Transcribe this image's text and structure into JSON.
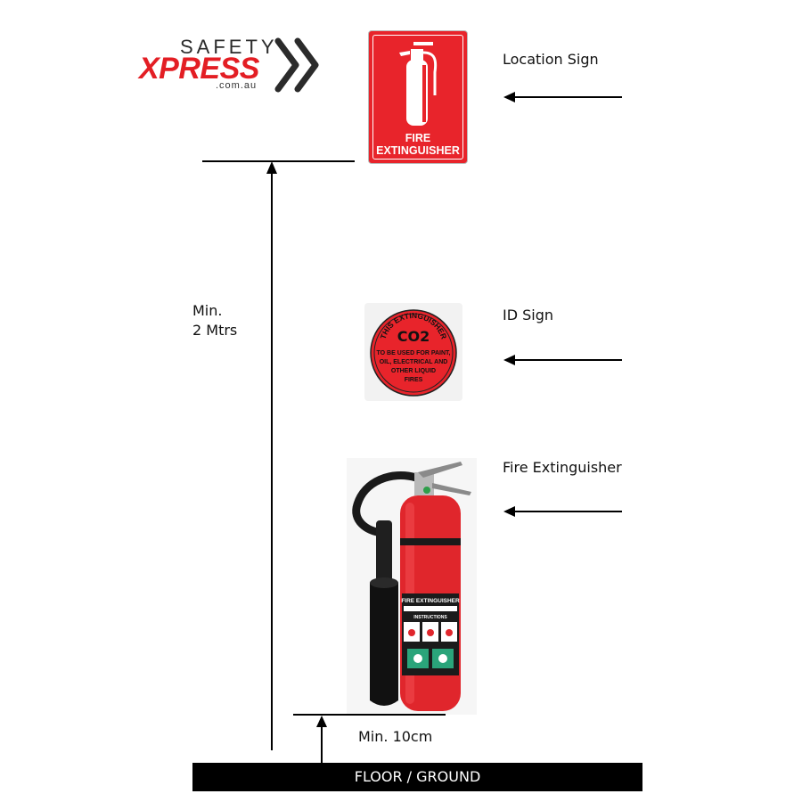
{
  "logo": {
    "word1": "SAFETY",
    "word2": "XPRESS",
    "domain": ".com.au"
  },
  "location_sign": {
    "line1": "FIRE",
    "line2": "EXTINGUISHER"
  },
  "id_sign": {
    "arc_text": "THIS EXTINGUISHER",
    "agent": "CO2",
    "line1": "TO BE USED FOR PAINT,",
    "line2": "OIL, ELECTRICAL AND",
    "line3": "OTHER LIQUID",
    "line4": "FIRES"
  },
  "extinguisher_label": {
    "title": "FIRE EXTINGUISHER",
    "sub": "INSTRUCTIONS"
  },
  "labels": {
    "location_sign": "Location Sign",
    "id_sign": "ID Sign",
    "fire_extinguisher": "Fire Extinguisher",
    "min_height_line1": "Min.",
    "min_height_line2": "2 Mtrs",
    "min_clearance": "Min. 10cm",
    "floor": "FLOOR / GROUND"
  },
  "colors": {
    "brand_red": "#e31e24",
    "sign_red": "#e8242b",
    "black": "#000000"
  }
}
